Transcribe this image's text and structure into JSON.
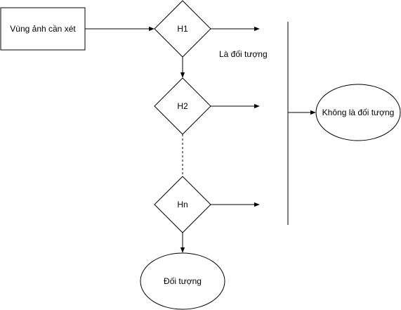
{
  "diagram": {
    "input_box": {
      "label": "Vùng ảnh cần xét"
    },
    "decisions": [
      {
        "id": "h1",
        "label": "H1"
      },
      {
        "id": "h2",
        "label": "H2"
      },
      {
        "id": "hn",
        "label": "Hn"
      }
    ],
    "edge_labels": {
      "to_h2": "Là đối tượng"
    },
    "reject_node": {
      "label": "Không là đối tượng"
    },
    "accept_node": {
      "label": "Đối tượng"
    }
  }
}
